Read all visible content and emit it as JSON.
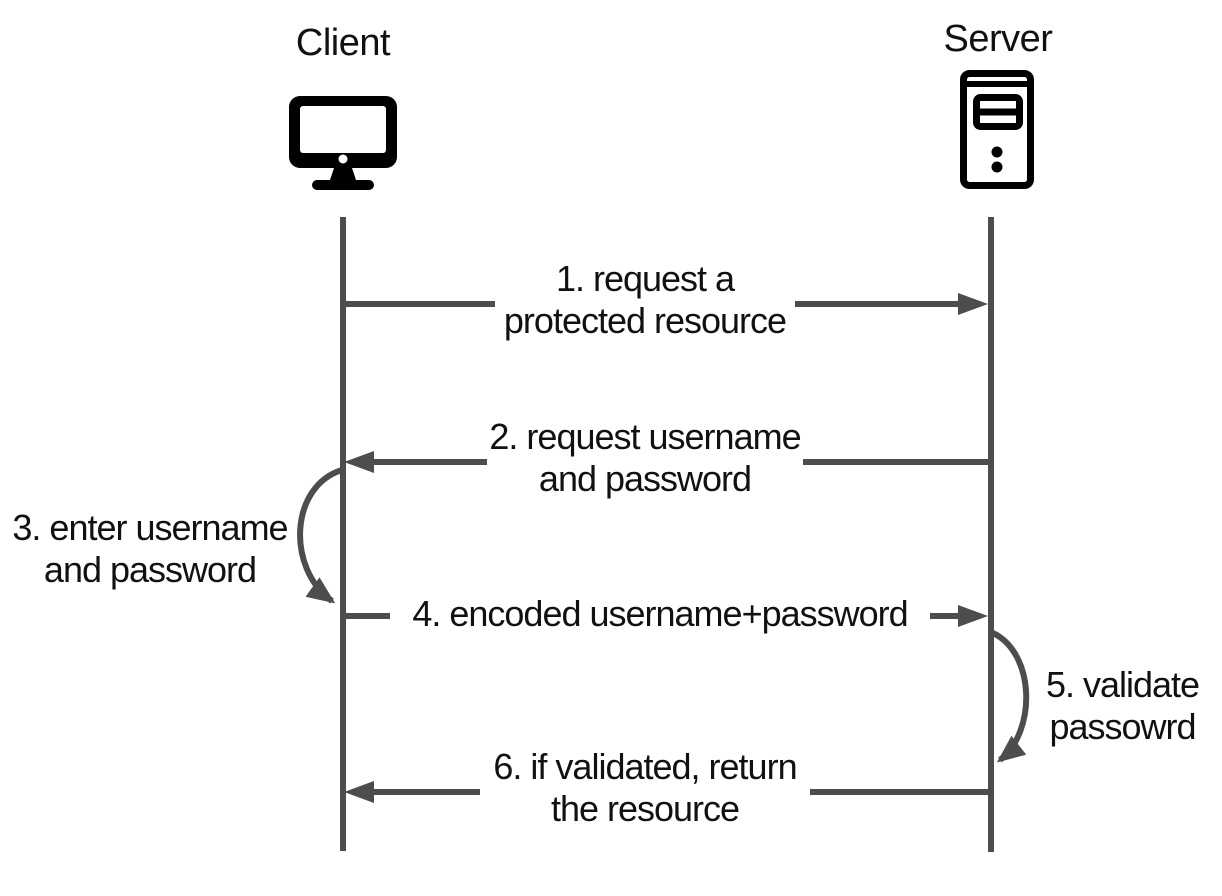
{
  "diagram": {
    "title_semantics": "HTTP Basic Authentication sequence diagram",
    "actors": [
      {
        "name": "Client",
        "icon": "monitor-icon"
      },
      {
        "name": "Server",
        "icon": "server-tower-icon"
      }
    ],
    "messages": [
      {
        "num": "1",
        "from": "Client",
        "to": "Server",
        "kind": "arrow-right",
        "label_lines": [
          "1. request a",
          "protected resource"
        ]
      },
      {
        "num": "2",
        "from": "Server",
        "to": "Client",
        "kind": "arrow-left",
        "label_lines": [
          "2. request username",
          "and password"
        ]
      },
      {
        "num": "3",
        "actor": "Client",
        "kind": "self-loop-left",
        "label_lines": [
          "3. enter username",
          "and password"
        ]
      },
      {
        "num": "4",
        "from": "Client",
        "to": "Server",
        "kind": "arrow-right",
        "label_lines": [
          "4. encoded username+password"
        ]
      },
      {
        "num": "5",
        "actor": "Server",
        "kind": "self-loop-right",
        "label_lines": [
          "5. validate",
          "passowrd"
        ]
      },
      {
        "num": "6",
        "from": "Server",
        "to": "Client",
        "kind": "arrow-left",
        "label_lines": [
          "6. if validated, return",
          "the resource"
        ]
      }
    ],
    "colors": {
      "line": "#4d4d4d",
      "text": "#111111",
      "icon": "#000000",
      "background": "#ffffff"
    }
  }
}
